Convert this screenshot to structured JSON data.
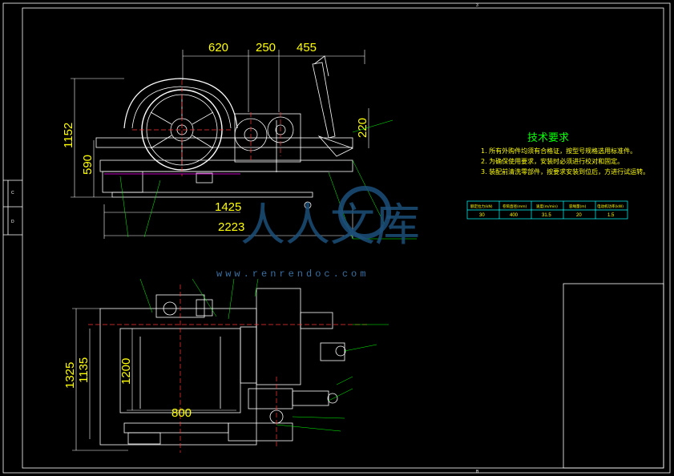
{
  "drawing": {
    "sheet_marks": {
      "top": "3",
      "bottom": "B",
      "left_a": "C",
      "left_b": "D"
    },
    "top_view_dims": {
      "d620": "620",
      "d250": "250",
      "d455": "455",
      "d1152": "1152",
      "d590": "590",
      "d220": "220",
      "d1425": "1425",
      "d2223": "2223"
    },
    "bottom_view_dims": {
      "d1325": "1325",
      "d1135": "1135",
      "d1200": "1200",
      "d800": "800"
    },
    "requirements": {
      "title": "技术要求",
      "lines": [
        "1. 所有外购件均须有合格证，按型号规格选用标准件。",
        "2. 为确保使用要求，安装时必须进行校对和固定。",
        "3. 装配前清洗零部件，按要求安装到位后，方进行试运转。"
      ]
    },
    "spec_table": {
      "headers": [
        "额定拉力(kN)",
        "卷筒直径(mm)",
        "速度(m/min)",
        "容绳量(m)",
        "电动机功率(kW)"
      ],
      "values": [
        "30",
        "400",
        "31.5",
        "20",
        "1.5"
      ]
    },
    "watermark": {
      "cn": "人人文库",
      "url": "www.renrendoc.com"
    },
    "colors": {
      "background": "#000000",
      "line": "#ffffff",
      "dimension": "#ffff00",
      "requirement_title": "#00ff00",
      "table_border": "#00ffff",
      "centerline": "#ff3333",
      "accent": "#ff00ff"
    }
  }
}
